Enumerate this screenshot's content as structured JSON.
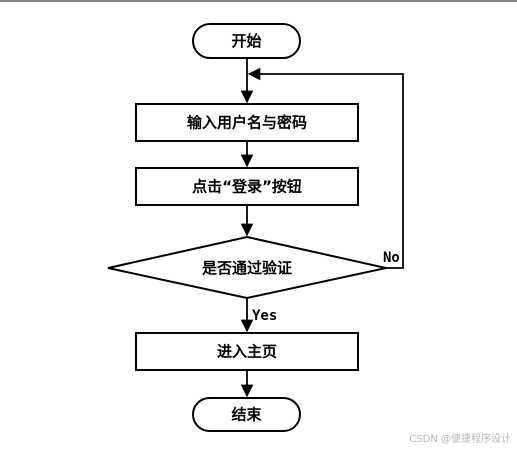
{
  "nodes": {
    "start": "开始",
    "input": "输入用户名与密码",
    "click": "点击“登录”按钮",
    "decision": "是否通过验证",
    "home": "进入主页",
    "end": "结束"
  },
  "edges": {
    "yes": "Yes",
    "no": "No"
  },
  "watermark": "CSDN @便捷程序设计"
}
